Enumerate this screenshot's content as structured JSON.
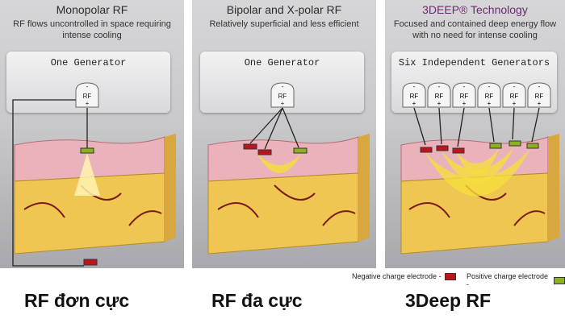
{
  "panels": [
    {
      "title": "Monopolar RF",
      "subtitle": "RF flows uncontrolled in space requiring intense cooling",
      "generator": "One Generator",
      "rf": "RF",
      "minus": "-",
      "plus": "+"
    },
    {
      "title": "Bipolar and X-polar RF",
      "subtitle": "Relatively superficial and less efficient",
      "generator": "One Generator",
      "rf": "RF",
      "minus": "-",
      "plus": "+"
    },
    {
      "title": "3DEEP® Technology",
      "subtitle": "Focused and contained deep energy flow with no need for intense cooling",
      "generator": "Six Independent Generators",
      "rf": "RF",
      "minus": "-",
      "plus": "+"
    }
  ],
  "legend": {
    "negative": "Negative charge electrode -",
    "positive": "Positive charge electrode -"
  },
  "captions": [
    "RF đơn cực",
    "RF đa cực",
    "3Deep RF"
  ],
  "colors": {
    "negative": "#c0141c",
    "positive": "#8cb21d",
    "beam": "#f6dd3c",
    "title_accent": "#6a2a6f",
    "dermis": "#e9a7b2",
    "fat": "#ecc24a"
  }
}
